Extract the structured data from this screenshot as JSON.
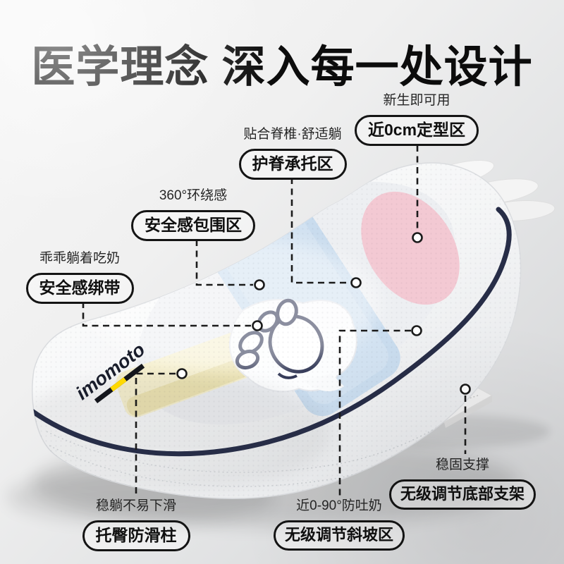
{
  "title": "医学理念 深入每一处设计",
  "product": {
    "brand": "imomoto"
  },
  "callouts": [
    {
      "id": "shaping",
      "tag": "新生即可用",
      "label": "近0cm定型区"
    },
    {
      "id": "spine",
      "tag": "贴合脊椎·舒适躺",
      "label": "护脊承托区"
    },
    {
      "id": "surround",
      "tag": "360°环绕感",
      "label": "安全感包围区"
    },
    {
      "id": "strap",
      "tag": "乖乖躺着吃奶",
      "label": "安全感绑带"
    },
    {
      "id": "bracket",
      "tag": "稳固支撑",
      "label": "无级调节底部支架"
    },
    {
      "id": "slope",
      "tag": "近0-90°防吐奶",
      "label": "无级调节斜坡区"
    },
    {
      "id": "bump",
      "tag": "稳躺不易下滑",
      "label": "托臀防滑柱"
    }
  ],
  "colors": {
    "line_black": "#1b1b1b",
    "navy_piping": "#272d47",
    "pillow_pink": "#f3c9d3",
    "mat_blue": "#c9dcee",
    "bolster_cream": "#f5efcd",
    "logo_yellow": "#ffd900"
  }
}
